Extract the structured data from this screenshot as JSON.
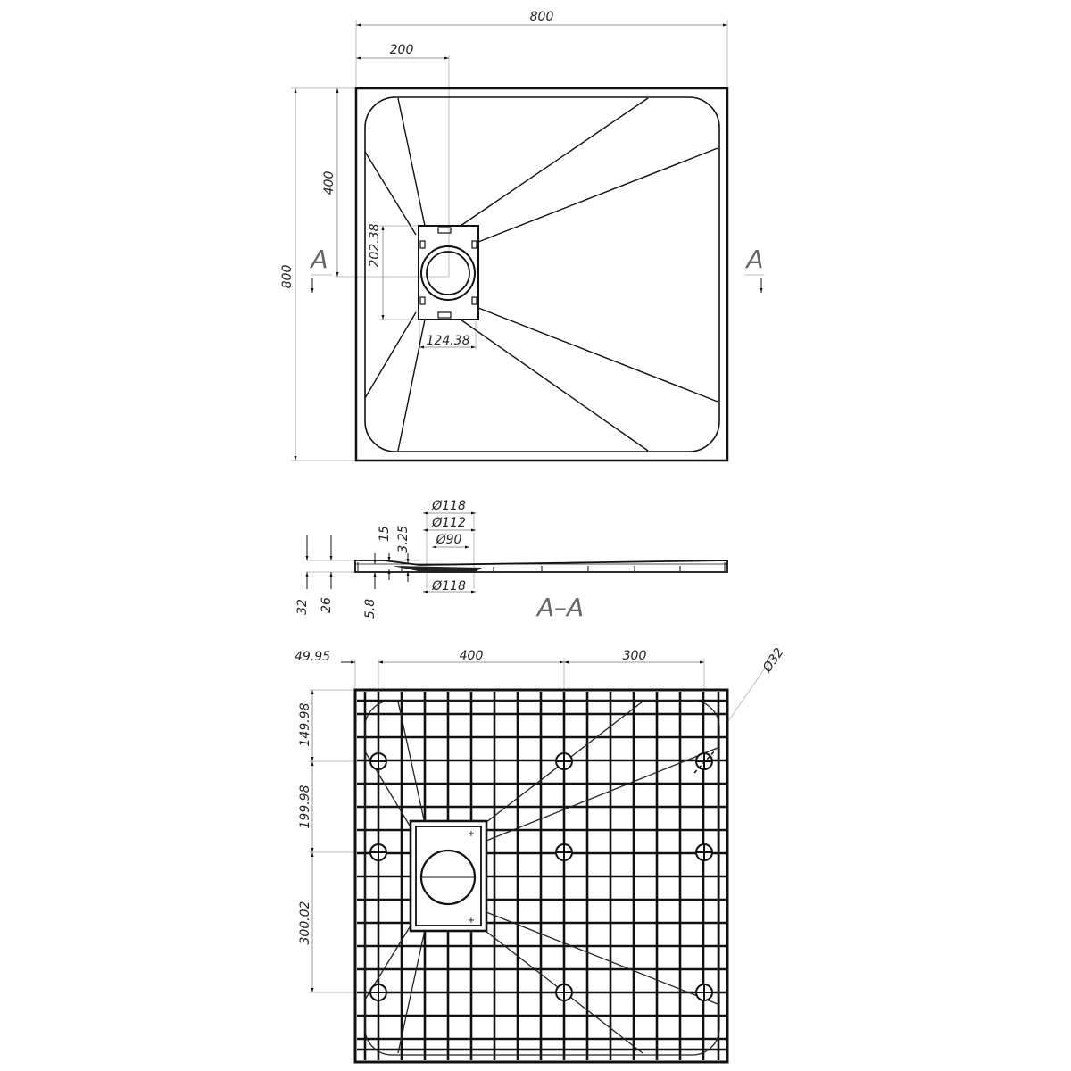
{
  "drawing": {
    "title": "Shower tray 800x800 technical drawing",
    "views": [
      "top-view",
      "section-A-A",
      "bottom-view"
    ],
    "top_view": {
      "dimensions": {
        "overall_width": "800",
        "drain_offset_x": "200",
        "overall_height": "800",
        "drain_offset_y": "400",
        "drain_frame_height": "202.38",
        "drain_frame_width": "124.38"
      },
      "section_marker_left": "A",
      "section_marker_right": "A"
    },
    "section_view": {
      "label": "A–A",
      "dimensions": {
        "total_height": "32",
        "body_height": "26",
        "rim_step": "5.8",
        "rim": "15",
        "lip": "3.25",
        "dia_outer_top": "Ø118",
        "dia_mid": "Ø112",
        "dia_inner": "Ø90",
        "dia_outer_bottom": "Ø118"
      }
    },
    "bottom_view": {
      "dimensions": {
        "edge_to_first_foot_x": "49.95",
        "foot_spacing_x1": "400",
        "foot_spacing_x2": "300",
        "edge_to_first_foot_y": "149.98",
        "foot_spacing_y1": "199.98",
        "foot_spacing_y2": "300.02",
        "foot_diameter": "Ø32"
      },
      "feet_count": 9
    }
  }
}
